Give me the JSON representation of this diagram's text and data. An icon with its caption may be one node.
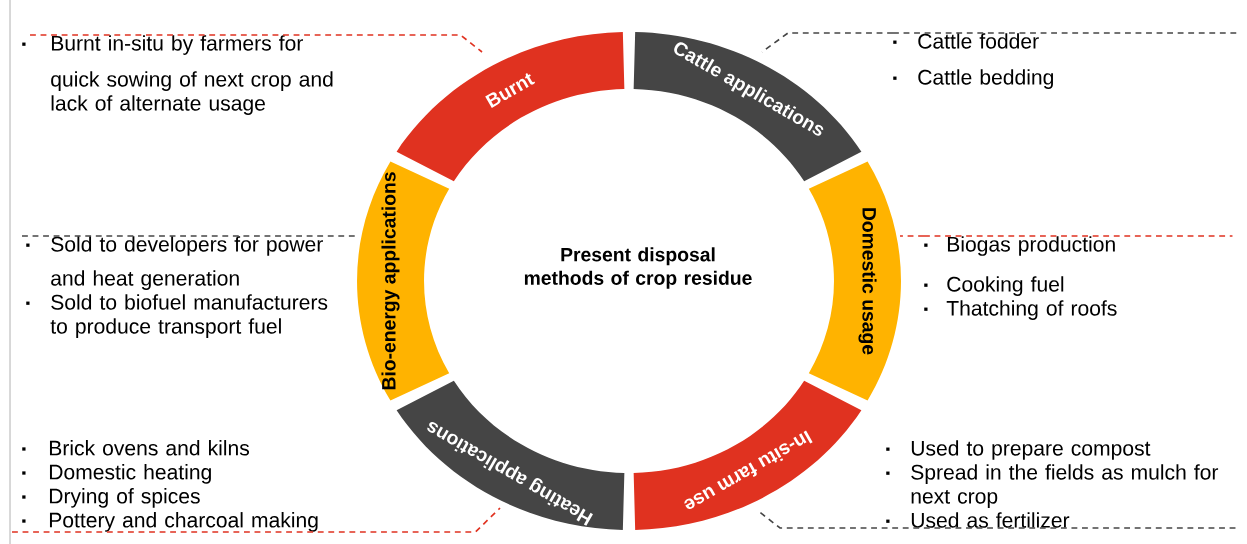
{
  "diagram": {
    "nodes": [
      {
        "text": [
          "Present disposal methods of crop residue"
        ]
      },
      {
        "text": [
          "Burnt"
        ]
      },
      {
        "text": [
          "Cattle applications"
        ]
      },
      {
        "text": [
          "Domestic usage"
        ]
      },
      {
        "text": [
          "In-situ farm use"
        ]
      },
      {
        "text": [
          "Heating applications"
        ]
      },
      {
        "text": [
          "Bio-energy applications"
        ]
      },
      {
        "text": [
          "Burnt in-situ by farmers for quick sowing of next crop and lack of alternate usage"
        ]
      },
      {
        "text": [
          "Cattle fodder",
          "Cattle bedding"
        ]
      },
      {
        "text": [
          "Sold to developers for power and heat generation",
          "Sold to biofuel manufacturers to produce transport fuel"
        ]
      },
      {
        "text": [
          "Biogas production",
          "Cooking fuel",
          "Thatching of roofs"
        ]
      },
      {
        "text": [
          "Brick ovens and kilns",
          "Domestic heating",
          "Drying of spices",
          "Pottery and charcoal making"
        ]
      },
      {
        "text": [
          "Used to prepare compost",
          "Spread in the fields as mulch for next crop",
          "Used as fertilizer"
        ]
      }
    ],
    "edges": [
      {
        "from": 7,
        "to": 1,
        "arrow": "none",
        "style": "dashed",
        "color": "#e03220"
      },
      {
        "from": 8,
        "to": 2,
        "arrow": "none",
        "style": "dashed",
        "color": "#454545"
      },
      {
        "from": 9,
        "to": 6,
        "arrow": "none",
        "style": "dashed",
        "color": "#454545"
      },
      {
        "from": 10,
        "to": 3,
        "arrow": "none",
        "style": "dashed",
        "color": "#e03220"
      },
      {
        "from": 11,
        "to": 5,
        "arrow": "none",
        "style": "dashed",
        "color": "#e03220"
      },
      {
        "from": 12,
        "to": 4,
        "arrow": "none",
        "style": "dashed",
        "color": "#454545"
      }
    ]
  }
}
